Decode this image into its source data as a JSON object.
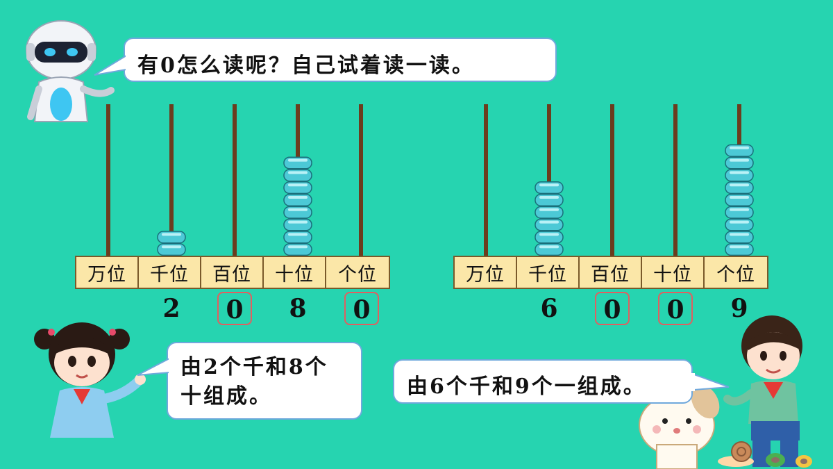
{
  "prompt": "有0怎么读呢？自己试着读一读。",
  "girl_speech": "由2个千和8个\n十组成。",
  "boy_speech": "由6个千和9个一组成。",
  "place_labels": [
    "万位",
    "千位",
    "百位",
    "十位",
    "个位"
  ],
  "abaci": [
    {
      "bead_counts": [
        0,
        2,
        0,
        8,
        0
      ],
      "digits": [
        "",
        "2",
        "0",
        "8",
        "0"
      ],
      "circled": [
        false,
        false,
        true,
        false,
        true
      ]
    },
    {
      "bead_counts": [
        0,
        6,
        0,
        0,
        9
      ],
      "digits": [
        "",
        "6",
        "0",
        "0",
        "9"
      ],
      "circled": [
        false,
        false,
        true,
        true,
        false
      ]
    }
  ],
  "colors": {
    "background": "#26d4b0",
    "rod": "#6b3d1e",
    "bead": "#4cc9d6",
    "label_fill": "#fbe7a8",
    "circle": "#e06060"
  }
}
